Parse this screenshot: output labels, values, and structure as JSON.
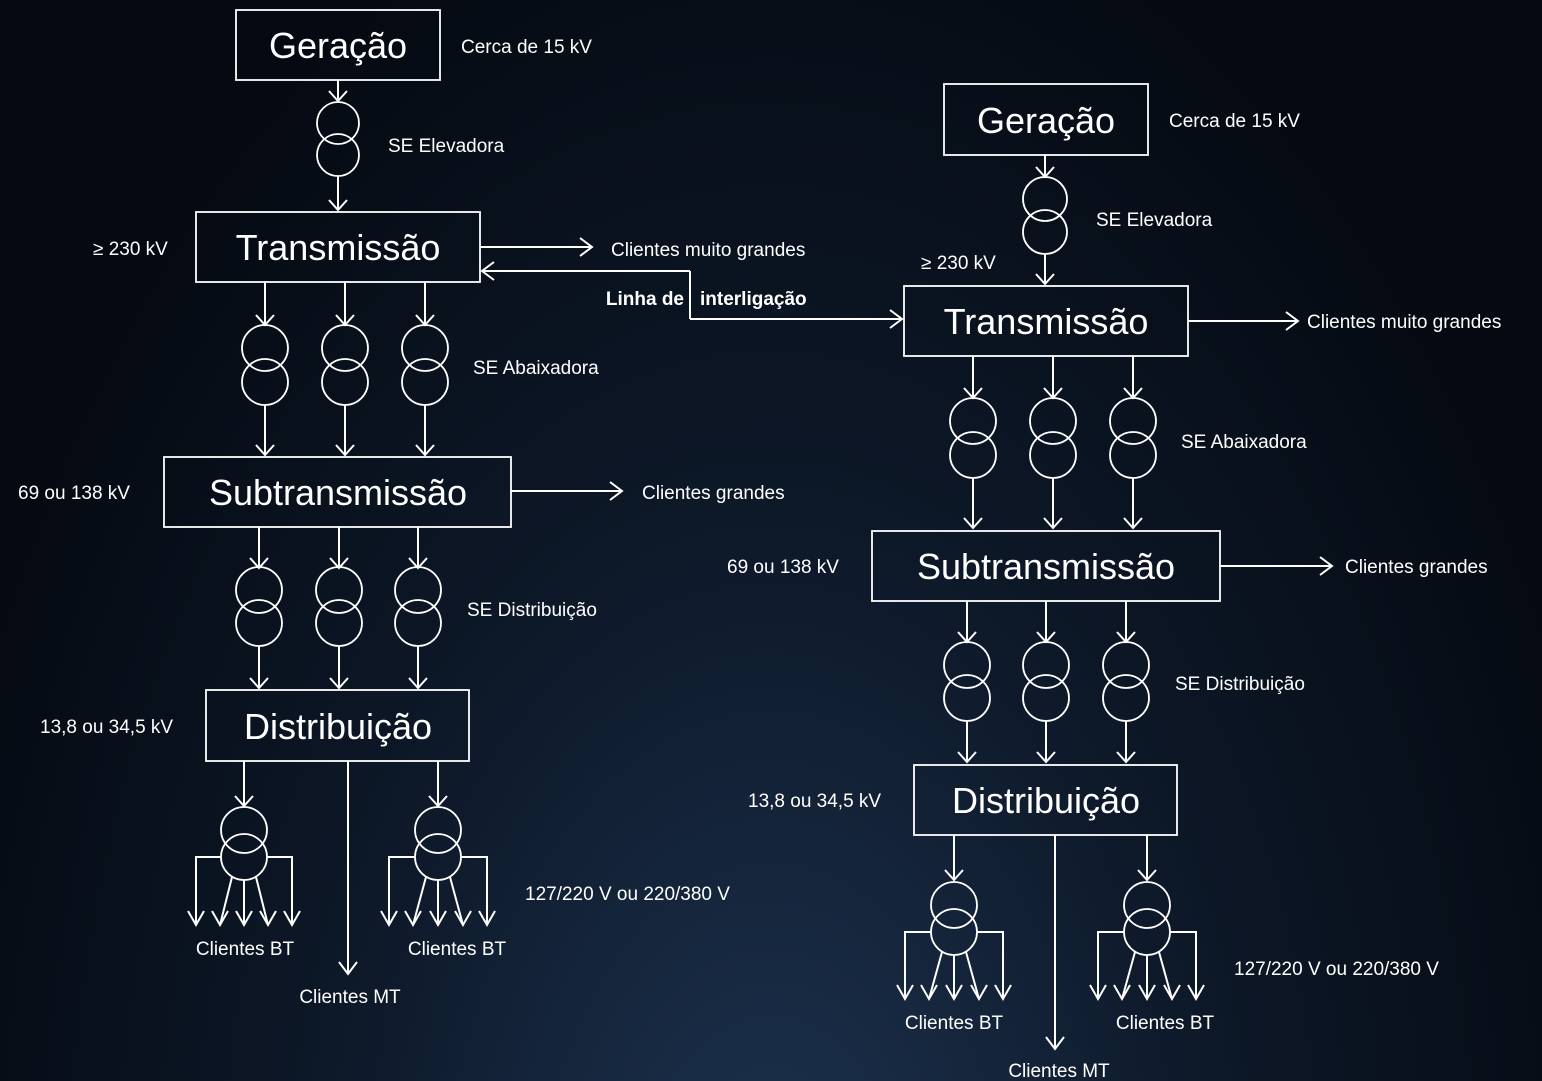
{
  "diagrams": [
    {
      "geracao": "Geração",
      "geracao_voltage": "Cerca de 15 kV",
      "se_elevadora": "SE Elevadora",
      "transmissao": "Transmissão",
      "transmissao_voltage": "≥ 230 kV",
      "transmissao_clients": "Clientes muito grandes",
      "se_abaixadora": "SE Abaixadora",
      "subtransmissao": "Subtransmissão",
      "subtransmissao_voltage": "69 ou 138 kV",
      "subtransmissao_clients": "Clientes grandes",
      "se_distribuicao": "SE Distribuição",
      "distribuicao": "Distribuição",
      "distribuicao_voltage": "13,8 ou 34,5 kV",
      "bt_voltage": "127/220 V ou 220/380 V",
      "clientes_bt_left": "Clientes BT",
      "clientes_bt_right": "Clientes BT",
      "clientes_mt": "Clientes MT"
    },
    {
      "geracao": "Geração",
      "geracao_voltage": "Cerca de 15 kV",
      "se_elevadora": "SE Elevadora",
      "transmissao": "Transmissão",
      "transmissao_voltage": "≥ 230 kV",
      "transmissao_clients": "Clientes muito grandes",
      "se_abaixadora": "SE Abaixadora",
      "subtransmissao": "Subtransmissão",
      "subtransmissao_voltage": "69 ou 138 kV",
      "subtransmissao_clients": "Clientes grandes",
      "se_distribuicao": "SE Distribuição",
      "distribuicao": "Distribuição",
      "distribuicao_voltage": "13,8 ou 34,5 kV",
      "bt_voltage": "127/220 V ou 220/380 V",
      "clientes_bt_left": "Clientes BT",
      "clientes_bt_right": "Clientes BT",
      "clientes_mt": "Clientes MT"
    }
  ],
  "interconnection": {
    "label_part1": "Linha de",
    "label_part2": "interligação"
  },
  "colors": {
    "background": "#0b1422",
    "foreground": "#ffffff"
  }
}
